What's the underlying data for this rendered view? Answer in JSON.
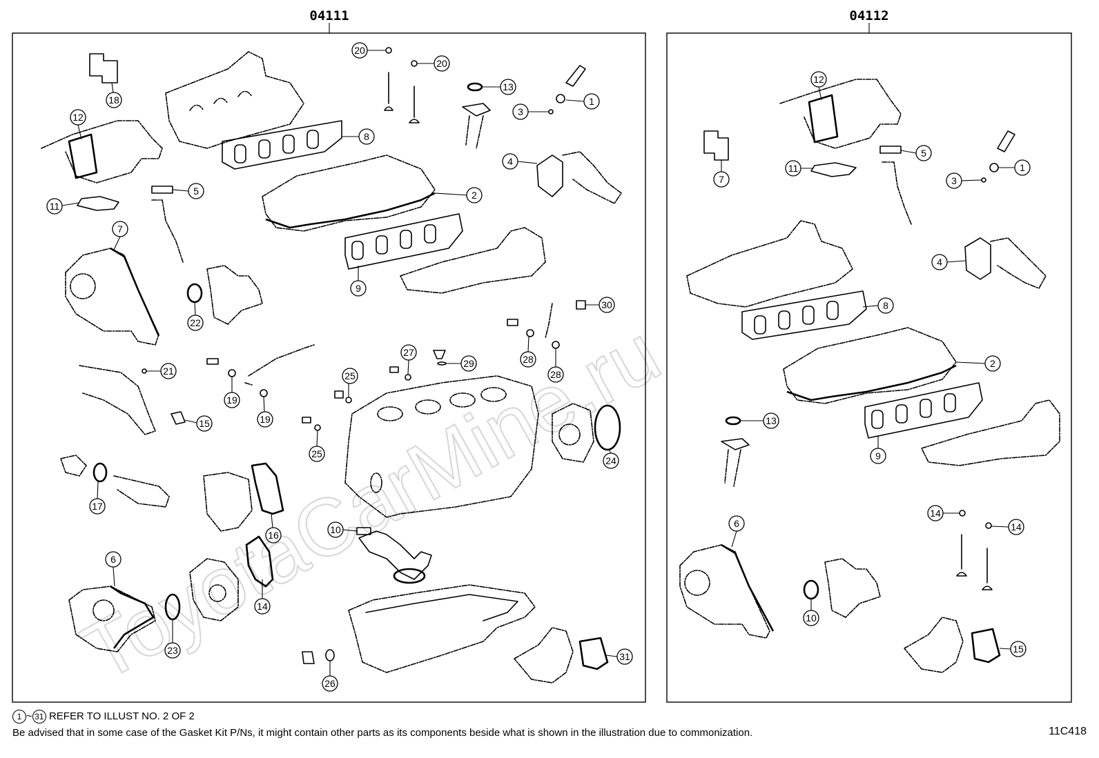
{
  "watermark": "ToyotaCarMine.ru",
  "kits": [
    {
      "code": "04111"
    },
    {
      "code": "04112"
    }
  ],
  "callouts_left": [
    "1",
    "2",
    "3",
    "4",
    "5",
    "6",
    "7",
    "8",
    "9",
    "10",
    "11",
    "12",
    "13",
    "14",
    "15",
    "16",
    "17",
    "18",
    "19",
    "19",
    "20",
    "20",
    "21",
    "22",
    "23",
    "24",
    "25",
    "25",
    "26",
    "27",
    "28",
    "28",
    "29",
    "30",
    "31"
  ],
  "callouts_right": [
    "1",
    "2",
    "3",
    "4",
    "5",
    "6",
    "7",
    "8",
    "9",
    "10",
    "11",
    "12",
    "13",
    "14",
    "14",
    "15"
  ],
  "footer": {
    "ref_start": "1",
    "ref_tilde": "~",
    "ref_end": "31",
    "ref_text": "REFER TO ILLUST NO. 2 OF 2",
    "note": "Be advised that in some case of the Gasket Kit P/Ns,  it might contain other parts as its components beside what is shown in the illustration due to commonization.",
    "illustration_code": "11C418"
  }
}
